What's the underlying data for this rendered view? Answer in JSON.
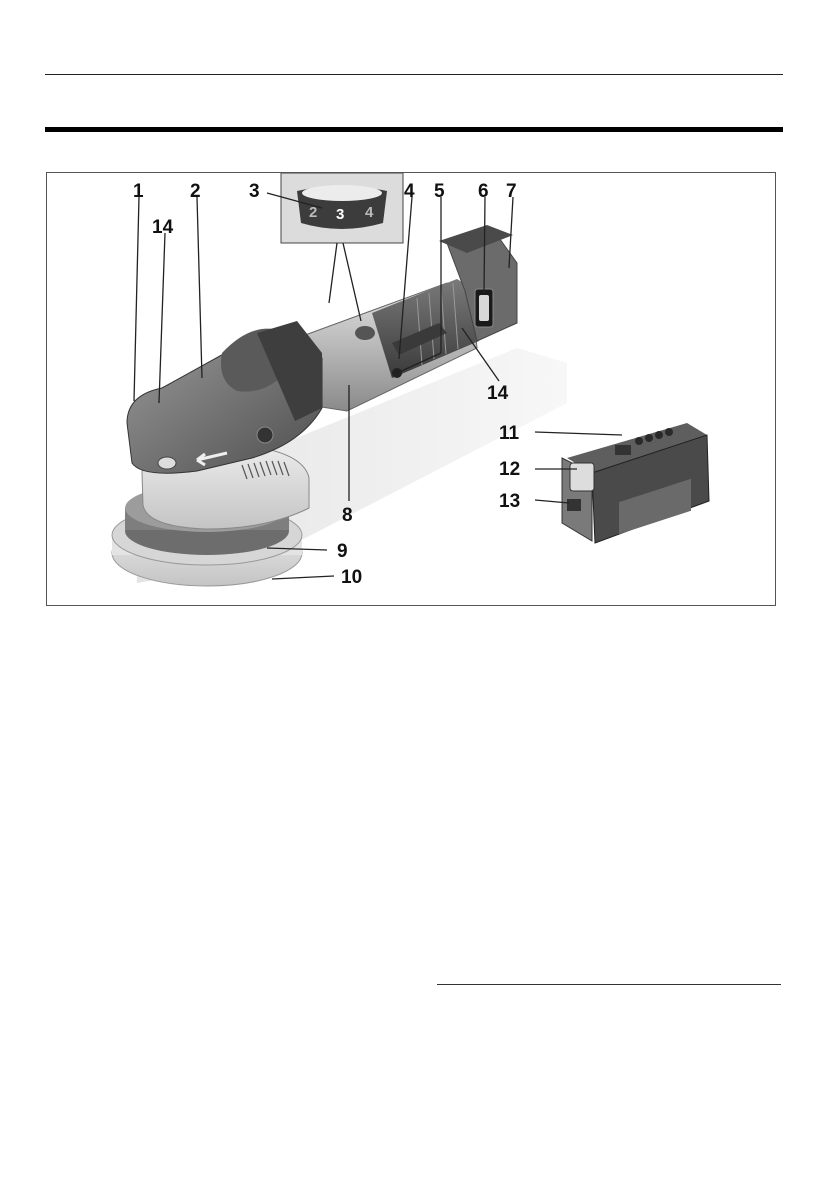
{
  "callouts": {
    "c1": "1",
    "c2": "2",
    "c3": "3",
    "c4": "4",
    "c5": "5",
    "c6": "6",
    "c7": "7",
    "c8": "8",
    "c9": "9",
    "c10": "10",
    "c11": "11",
    "c12": "12",
    "c13": "13",
    "c14a": "14",
    "c14b": "14"
  },
  "dial": {
    "left": "2",
    "center": "3",
    "right": "4"
  }
}
